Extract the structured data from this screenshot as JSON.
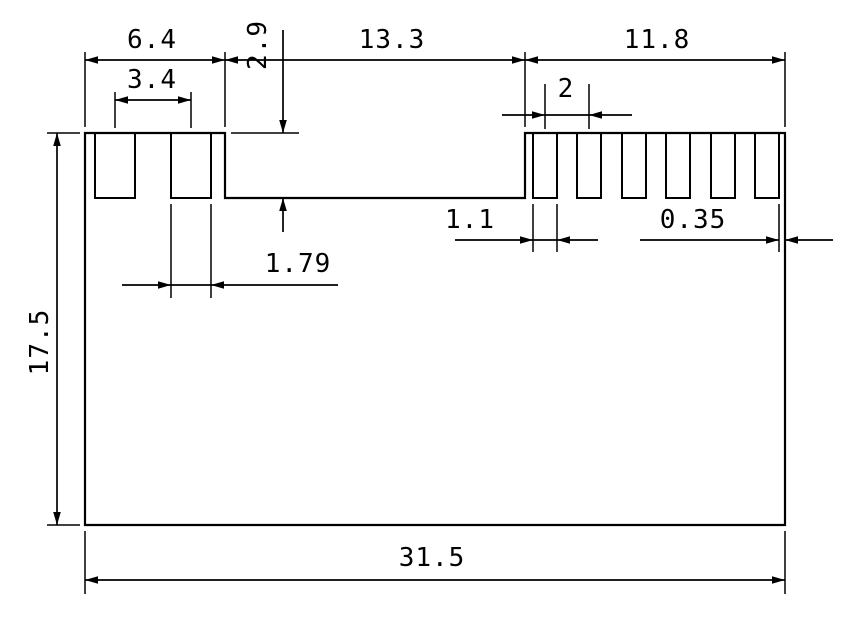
{
  "drawing": {
    "colors": {
      "line": "#000000",
      "background": "#ffffff"
    },
    "dimensions": {
      "top_left_width": "6.4",
      "notch_depth": "2.9",
      "top_middle_width": "13.3",
      "top_right_width": "11.8",
      "left_slot_pitch": "3.4",
      "right_slot_pitch": "2",
      "right_slot_width": "1.1",
      "right_edge_margin": "0.35",
      "left_slot_width": "1.79",
      "overall_height": "17.5",
      "overall_width": "31.5"
    }
  }
}
